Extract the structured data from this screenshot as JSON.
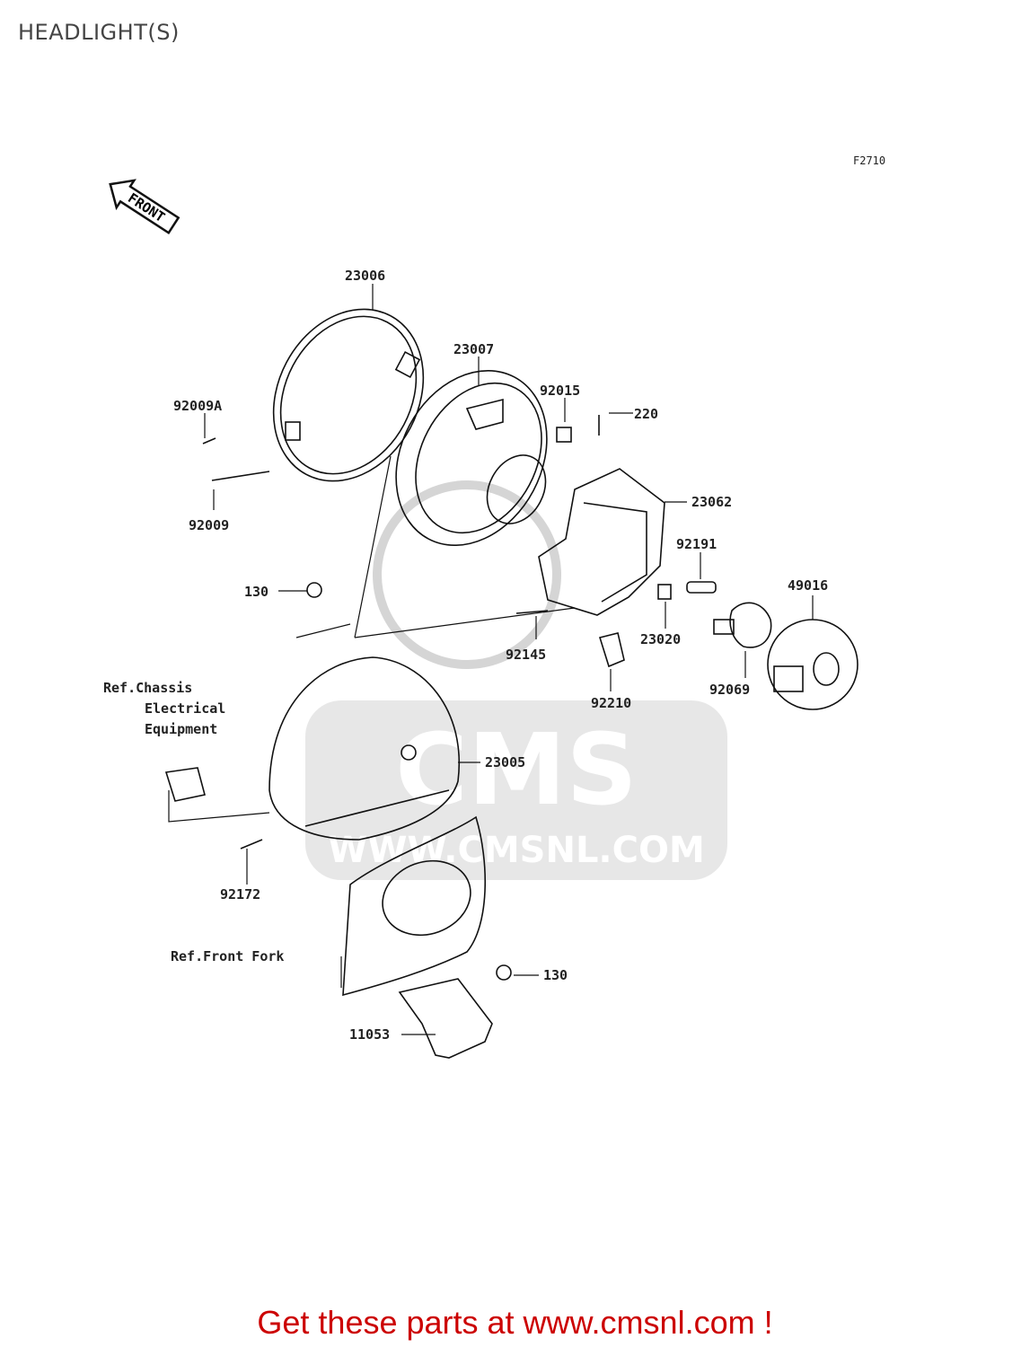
{
  "page": {
    "title": "HEADLIGHT(S)",
    "figure_code": "F2710"
  },
  "front_arrow": {
    "label": "FRONT"
  },
  "watermark": {
    "logo": "CMS",
    "url": "WWW.CMSNL.COM",
    "color": "#c8c8c8"
  },
  "parts": {
    "p23006": "23006",
    "p23007": "23007",
    "p92015": "92015",
    "p220": "220",
    "p92009A": "92009A",
    "p92009": "92009",
    "p23062": "23062",
    "p92191": "92191",
    "p49016": "49016",
    "p130a": "130",
    "p92145": "92145",
    "p23020": "23020",
    "p92210": "92210",
    "p92069": "92069",
    "p23005": "23005",
    "p92172": "92172",
    "p130b": "130",
    "p11053": "11053"
  },
  "references": {
    "chassis_line1": "Ref.Chassis",
    "chassis_line2": "Electrical",
    "chassis_line3": "Equipment",
    "front_fork": "Ref.Front Fork"
  },
  "footer": {
    "promo": "Get these parts at www.cmsnl.com !",
    "color": "#cc0000"
  }
}
